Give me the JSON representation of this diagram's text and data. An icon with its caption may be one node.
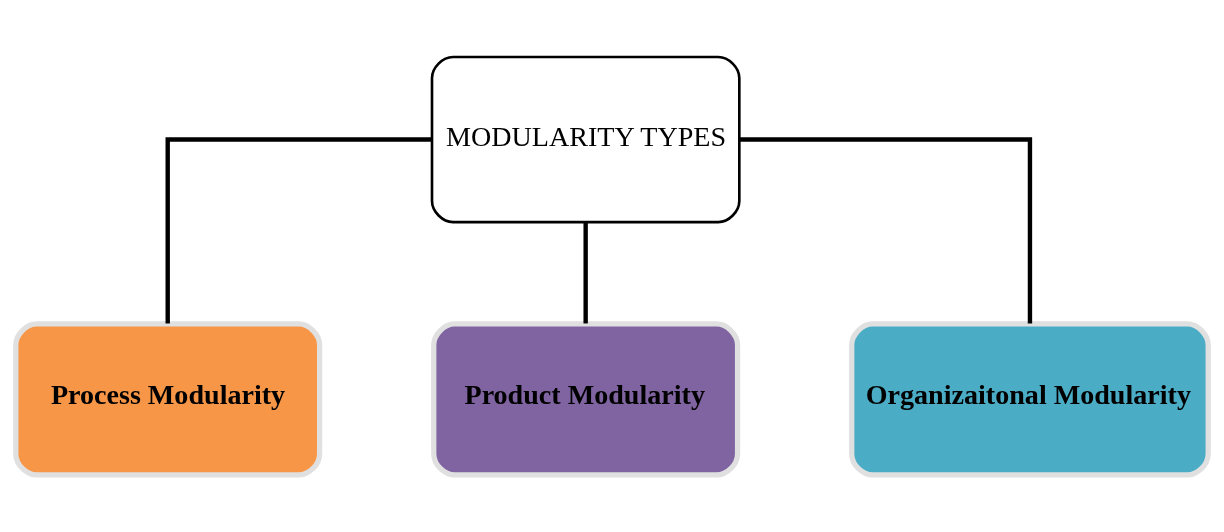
{
  "diagram": {
    "nodes": [
      {
        "text": [
          "MODULARITY TYPES"
        ]
      },
      {
        "text": [
          "Process Modularity"
        ]
      },
      {
        "text": [
          "Product Modularity"
        ]
      },
      {
        "text": [
          "Organizaitonal Modularity"
        ]
      }
    ],
    "edges": [
      {
        "from": 0,
        "to": 1,
        "arrow": "none"
      },
      {
        "from": 0,
        "to": 2,
        "arrow": "none"
      },
      {
        "from": 0,
        "to": 3,
        "arrow": "none"
      }
    ]
  }
}
